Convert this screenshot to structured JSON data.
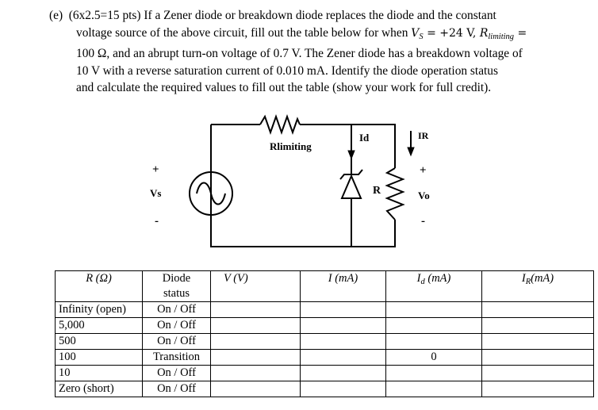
{
  "problem": {
    "line1": "(e)  (6x2.5=15 pts) If a Zener diode or breakdown diode replaces the diode and the constant",
    "line2_a": "voltage source of the above circuit, fill out the table below for when ",
    "vs_symbol": "V",
    "vs_sub": "S",
    "vs_value": " = +24 V, ",
    "rlim_symbol": "R",
    "rlim_sub": "limiting",
    "rlim_eq": " =",
    "line3": "100 Ω, and an abrupt turn-on voltage of 0.7 V. The Zener diode has a breakdown voltage of",
    "line4": "10 V with a reverse saturation current of 0.010 mA. Identify the diode operation status",
    "line5": "and calculate the required values to fill out the table (show your work for full credit)."
  },
  "circuit": {
    "resistor_label": "Rlimiting",
    "source_label": "Vs",
    "source_plus": "+",
    "source_minus": "-",
    "id_label": "Id",
    "ir_label": "IR",
    "r_label": "R",
    "vo_label": "Vo",
    "vo_plus": "+",
    "vo_minus": "-"
  },
  "table": {
    "headers": {
      "r": "R (Ω)",
      "diode_line1": "Diode",
      "diode_line2": "status",
      "v": "V (V)",
      "i": "I (mA)",
      "id_main": "I",
      "id_sub": "d",
      "id_unit": " (mA)",
      "ir_main": "I",
      "ir_sub": "R",
      "ir_unit": "(mA)"
    },
    "rows": [
      {
        "r": "Infinity (open)",
        "status": "On / Off",
        "v": "",
        "i": "",
        "id": "",
        "ir": ""
      },
      {
        "r": "5,000",
        "status": "On / Off",
        "v": "",
        "i": "",
        "id": "",
        "ir": ""
      },
      {
        "r": "500",
        "status": "On / Off",
        "v": "",
        "i": "",
        "id": "",
        "ir": ""
      },
      {
        "r": "100",
        "status": "Transition",
        "v": "",
        "i": "",
        "id": "0",
        "ir": ""
      },
      {
        "r": "10",
        "status": "On / Off",
        "v": "",
        "i": "",
        "id": "",
        "ir": ""
      },
      {
        "r": "Zero (short)",
        "status": "On / Off",
        "v": "",
        "i": "",
        "id": "",
        "ir": ""
      }
    ]
  }
}
